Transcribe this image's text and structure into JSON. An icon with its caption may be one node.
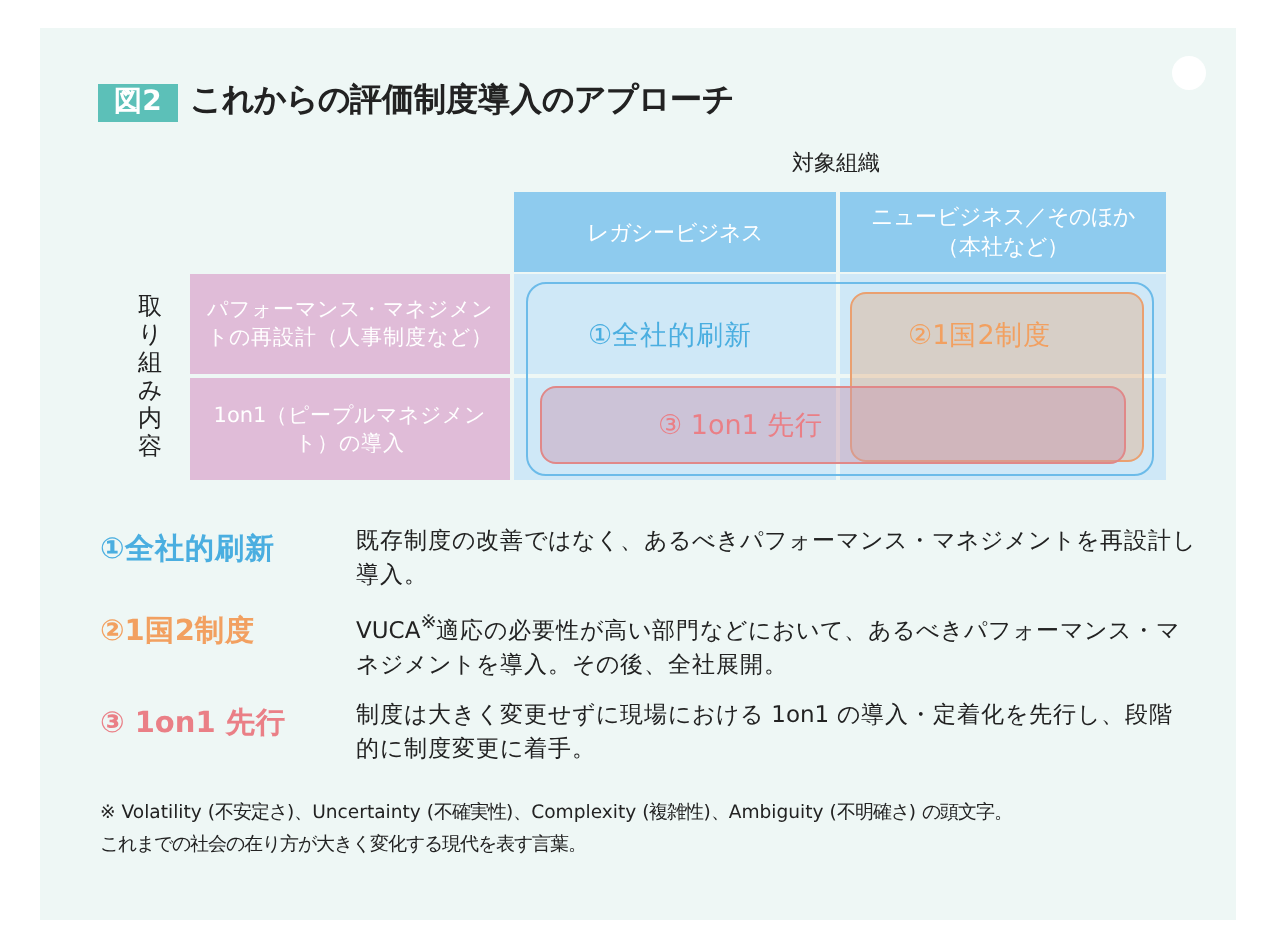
{
  "diagram": {
    "title": "これからの評価制度導入のアプローチ",
    "nodes": [
      {
        "text": [
          "レガシービジネス"
        ]
      },
      {
        "text": [
          "ニュービジネス／そのほか（本社など）"
        ]
      },
      {
        "text": [
          "パフォーマンス・マネジメントの再設計（人事制度など）"
        ]
      },
      {
        "text": [
          "1on1（ピープルマネジメント）の導入"
        ]
      },
      {
        "text": [
          "①全社的刷新"
        ]
      },
      {
        "text": [
          "②1国2制度"
        ],
        "in": 4
      },
      {
        "text": [
          "③ 1on1 先行"
        ],
        "in": 4
      }
    ],
    "labels": [
      "図2",
      "対象組織",
      "取り組み内容",
      "①全社的刷新",
      "既存制度の改善ではなく、あるべきパフォーマンス・マネジメントを再設計し導入。",
      "②1国2制度",
      "VUCA$^{※}$適応の必要性が高い部門などにおいて、あるべきパフォーマンス・マネジメントを導入。その後、全社展開。",
      "③ 1on1 先行",
      "制度は大きく変更せずに現場における 1on1 の導入・定着化を先行し、段階的に制度変更に着手。",
      "※ Volatility (不安定さ)、Uncertainty (不確実性)、Complexity (複雑性)、Ambiguity (不明確さ) の頭文字。",
      "これまでの社会の在り方が大きく変化する現代を表す言葉。"
    ]
  }
}
